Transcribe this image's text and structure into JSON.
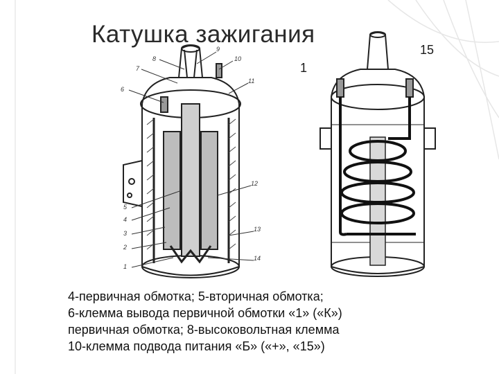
{
  "slide": {
    "title": "Катушка зажигания",
    "labels": {
      "terminal_1": "1",
      "terminal_15": "15"
    },
    "callouts": [
      "1",
      "2",
      "3",
      "4",
      "5",
      "6",
      "7",
      "8",
      "9",
      "10",
      "11",
      "12",
      "13",
      "14"
    ],
    "caption": [
      "4-первичная обмотка; 5-вторичная обмотка;",
      "6-клемма вывода первичной обмотки «1» («К»)",
      "первичная обмотка; 8-высоковольтная клемма",
      "10-клемма  подвода питания «Б» («+», «15»)"
    ]
  },
  "colors": {
    "text": "#1a1a1a",
    "line": "#222222",
    "decor": "#e6e6e6"
  }
}
